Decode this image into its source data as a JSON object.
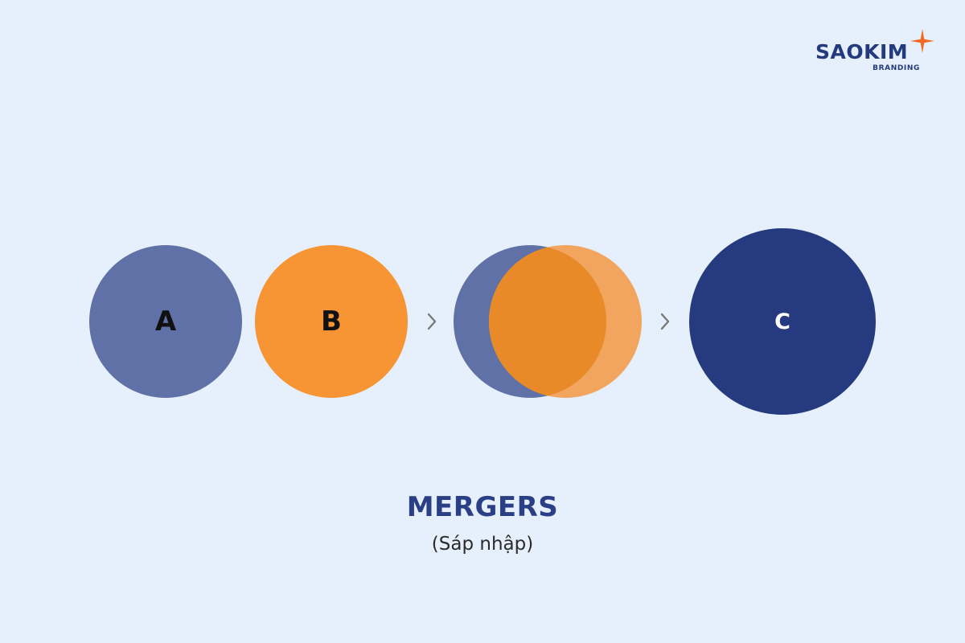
{
  "brand": {
    "name": "SAOKIM",
    "sub": "BRANDING",
    "color": "#233a7c",
    "star_color": "#f26a21"
  },
  "diagram": {
    "circle_a": {
      "label": "A",
      "color": "#5f71a6"
    },
    "circle_b": {
      "label": "B",
      "color": "#f79433"
    },
    "merge": {
      "left_color": "#5f71a6",
      "right_color": "#f2a55e",
      "overlap_color": "#e88a27"
    },
    "circle_c": {
      "label": "C",
      "color": "#263b7f"
    },
    "arrow_icon": "chevron-right-icon",
    "arrow_color": "#7a7a7a"
  },
  "caption": {
    "title": "MERGERS",
    "subtitle": "(Sáp nhập)"
  }
}
